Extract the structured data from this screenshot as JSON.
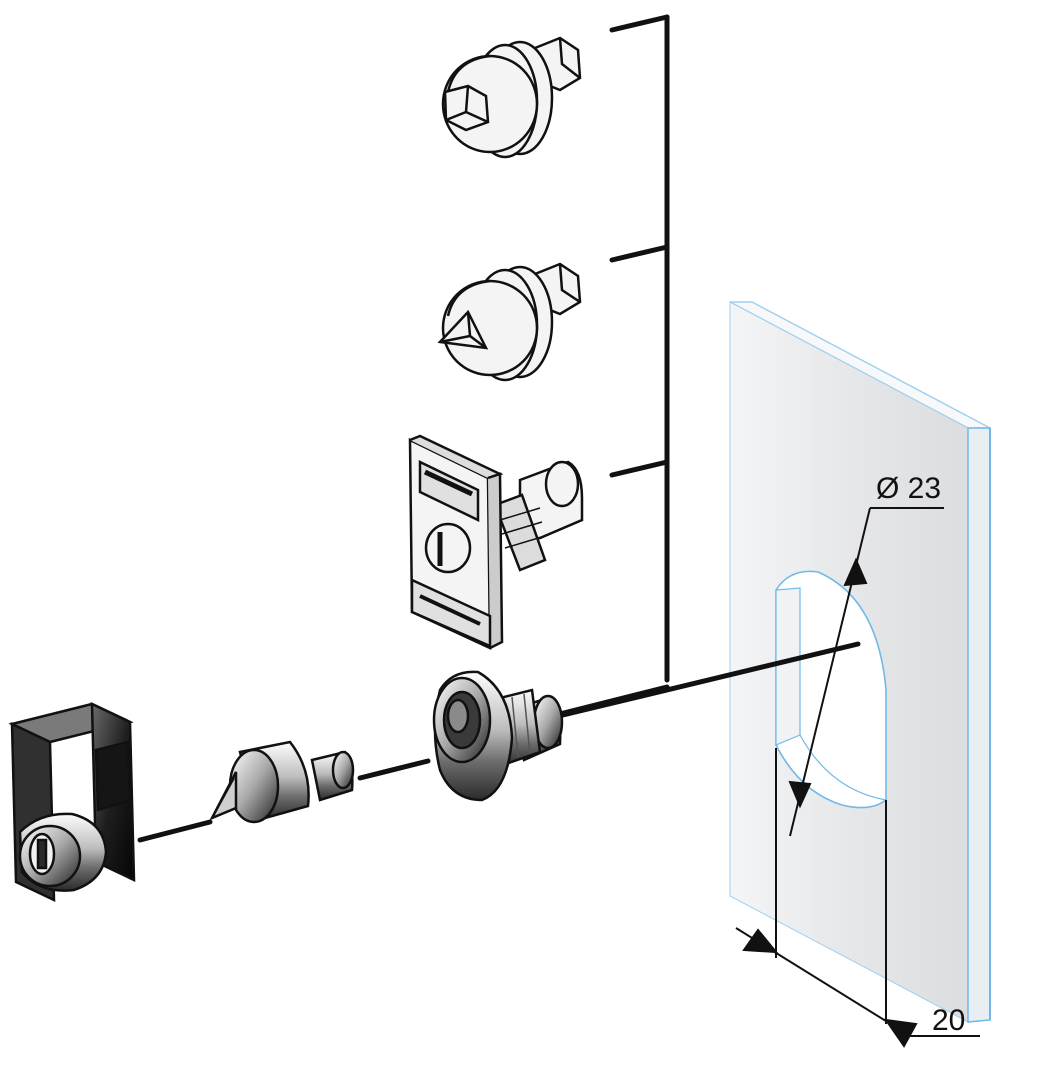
{
  "dimensions": {
    "diameter_label": "Ø 23",
    "width_label": "20"
  },
  "colors": {
    "line": "#111111",
    "panel_face": "#e9eaec",
    "panel_edge_blue": "#6fb9e8",
    "part_fill": "#f4f4f4",
    "part_dark": "#2a2a2a"
  },
  "parts": [
    {
      "name": "square-insert",
      "icon": "square-drive-insert-icon"
    },
    {
      "name": "triangle-insert",
      "icon": "triangle-drive-insert-icon"
    },
    {
      "name": "flat-key-insert",
      "icon": "flat-key-insert-icon"
    },
    {
      "name": "cylinder-key-insert",
      "icon": "cylinder-key-insert-icon"
    },
    {
      "name": "cone-insert",
      "icon": "cone-insert-icon"
    },
    {
      "name": "body-nut",
      "icon": "lock-body-nut-icon"
    }
  ]
}
